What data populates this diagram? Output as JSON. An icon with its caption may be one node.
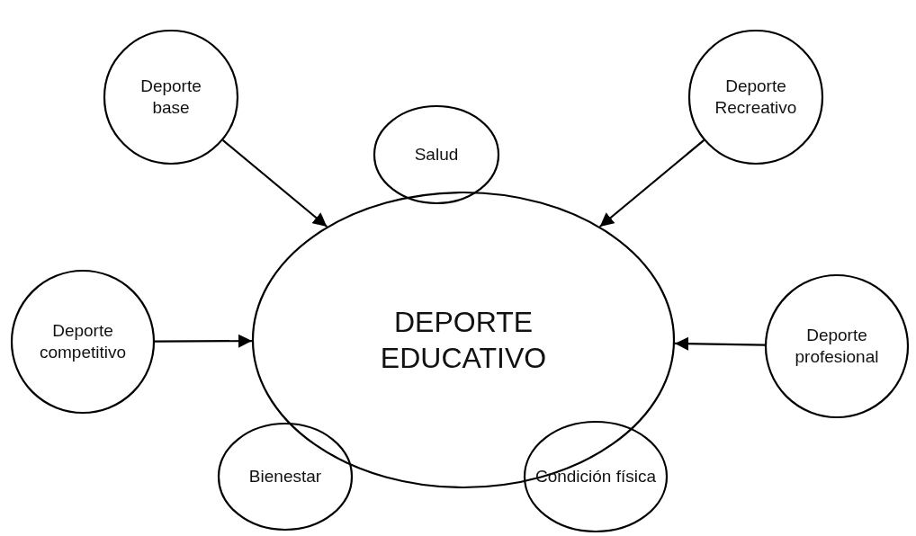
{
  "diagram": {
    "nodes": [
      {
        "text": [
          "Deporte base"
        ]
      },
      {
        "text": [
          "Salud"
        ]
      },
      {
        "text": [
          "Deporte Recreativo"
        ]
      },
      {
        "text": [
          "DEPORTE EDUCATIVO"
        ]
      },
      {
        "text": [
          "Deporte competitivo"
        ]
      },
      {
        "text": [
          "Deporte profesional"
        ]
      },
      {
        "text": [
          "Bienestar"
        ]
      },
      {
        "text": [
          "Condición física"
        ]
      }
    ],
    "edges": [
      {
        "from": 0,
        "to": 3,
        "arrow": "to"
      },
      {
        "from": 2,
        "to": 3,
        "arrow": "to"
      },
      {
        "from": 4,
        "to": 3,
        "arrow": "to"
      },
      {
        "from": 5,
        "to": 3,
        "arrow": "to"
      }
    ]
  }
}
